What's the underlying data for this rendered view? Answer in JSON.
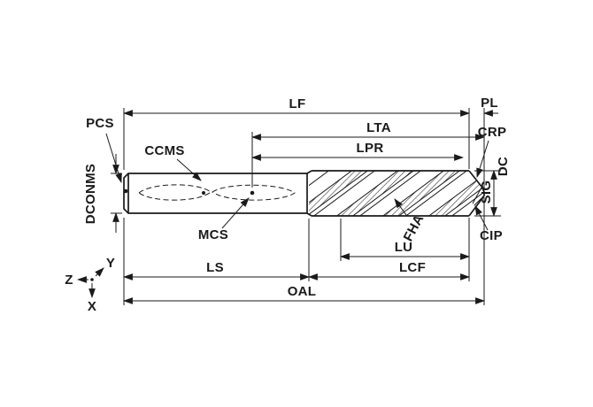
{
  "diagram": {
    "colors": {
      "line": "#1a1a1a",
      "background": "#ffffff"
    },
    "labels": {
      "lf": "LF",
      "pl": "PL",
      "lta": "LTA",
      "lpr": "LPR",
      "pcs": "PCS",
      "ccms": "CCMS",
      "dconms": "DCONMS",
      "mcs": "MCS",
      "crp": "CRP",
      "dc": "DC",
      "sig": "SIG",
      "cip": "CIP",
      "fha": "FHA",
      "lu": "LU",
      "lcf": "LCF",
      "ls": "LS",
      "oal": "OAL"
    },
    "axes": {
      "z": "Z",
      "y": "Y",
      "x": "X"
    }
  }
}
